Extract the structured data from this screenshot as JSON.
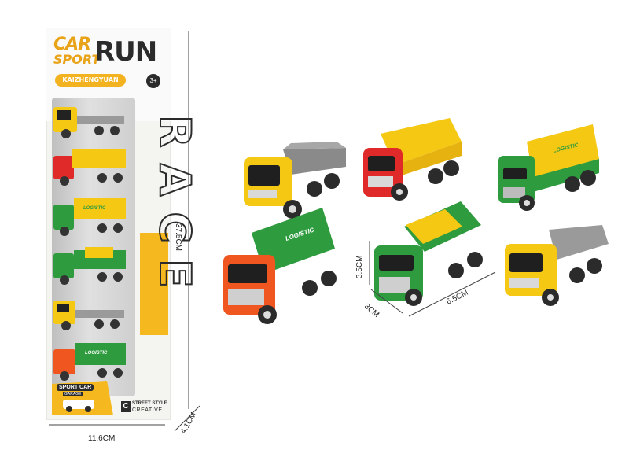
{
  "package": {
    "logo_car": "CAR",
    "logo_sport": "SPORT",
    "logo_run": "RUN",
    "brand": "KAIZHENGYUAN",
    "age": "3+",
    "race_text": "RACE",
    "badge_line1": "SPORT CAR",
    "badge_line2": "GARAGE",
    "street_style": "STREET STYLE",
    "creative": "CREATIVE",
    "c_mark": "C"
  },
  "truck_labels": {
    "logistic": "LOGISTIC"
  },
  "dimensions": {
    "package_height": "37.5CM",
    "package_width": "11.6CM",
    "package_depth": "4.1CM",
    "truck_height": "3.5CM",
    "truck_width": "3CM",
    "truck_length": "6.5CM"
  },
  "colors": {
    "yellow": "#f5c814",
    "green": "#2e9b3f",
    "red": "#e02a2a",
    "orange": "#f0561f",
    "grey": "#7a7a7a",
    "accent": "#f5b81e"
  }
}
